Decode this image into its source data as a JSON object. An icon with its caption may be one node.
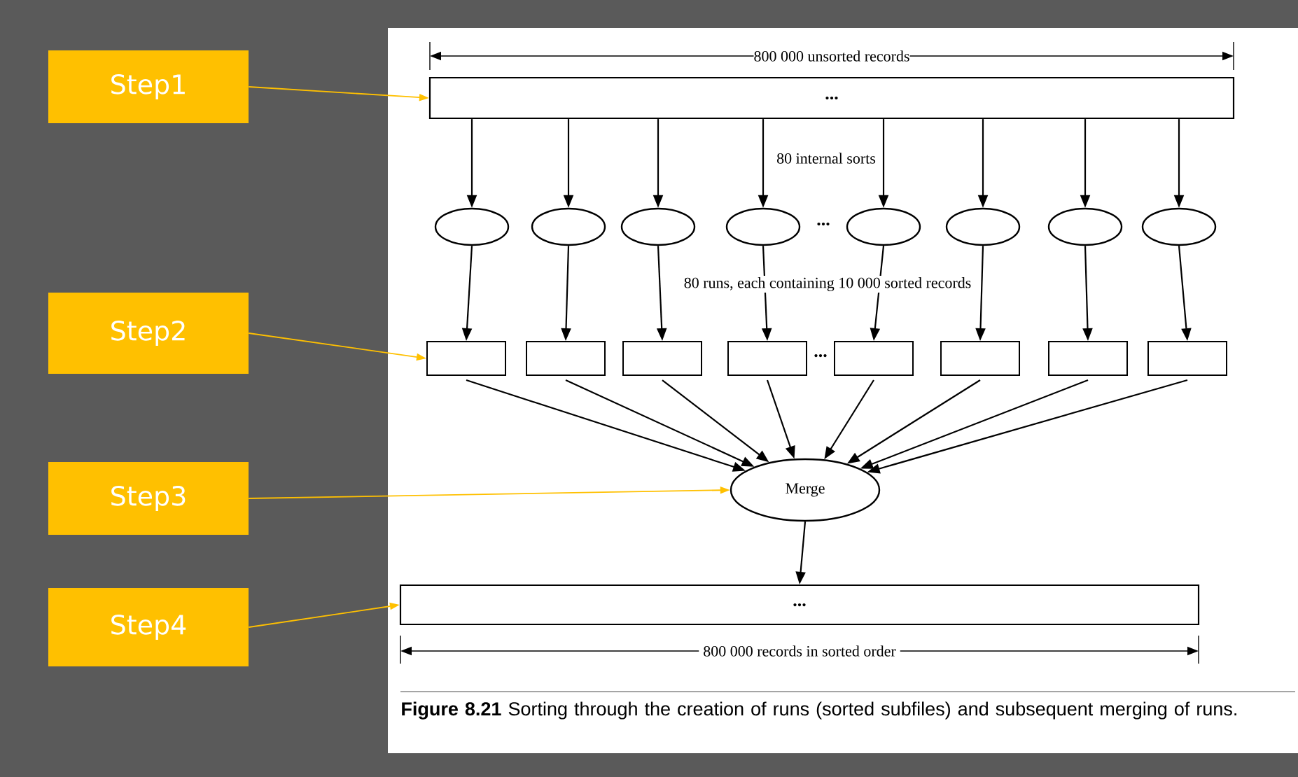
{
  "diagram": {
    "caption": "**Figure 8.21** Sorting through the creation of runs (sorted subfiles) and subsequent merging of runs.",
    "nodes": [
      {
        "text": [
          "Step1"
        ]
      },
      {
        "text": [
          "Step2"
        ]
      },
      {
        "text": [
          "Step3"
        ]
      },
      {
        "text": [
          "Step4"
        ]
      },
      {
        "text": [
          "..."
        ]
      },
      {
        "text": [],
        "shape": "ellipse"
      },
      {
        "text": [],
        "shape": "ellipse"
      },
      {
        "text": [],
        "shape": "ellipse"
      },
      {
        "text": [],
        "shape": "ellipse"
      },
      {
        "text": [],
        "shape": "ellipse"
      },
      {
        "text": [],
        "shape": "ellipse"
      },
      {
        "text": [],
        "shape": "ellipse"
      },
      {
        "text": [],
        "shape": "ellipse"
      },
      {
        "text": [],
        "shape": "box"
      },
      {
        "text": [],
        "shape": "box"
      },
      {
        "text": [],
        "shape": "box"
      },
      {
        "text": [],
        "shape": "box"
      },
      {
        "text": [],
        "shape": "box"
      },
      {
        "text": [],
        "shape": "box"
      },
      {
        "text": [],
        "shape": "box"
      },
      {
        "text": [],
        "shape": "box"
      },
      {
        "text": [
          "Merge"
        ]
      },
      {
        "text": [
          "..."
        ]
      }
    ],
    "edges": [
      {
        "from": 0,
        "to": 4,
        "arrow": "to",
        "color": "#ffc000"
      },
      {
        "from": 1,
        "to": 13,
        "arrow": "to",
        "color": "#ffc000"
      },
      {
        "from": 2,
        "to": 21,
        "arrow": "to",
        "color": "#ffc000"
      },
      {
        "from": 3,
        "to": 22,
        "arrow": "to",
        "color": "#ffc000"
      },
      {
        "from": 4,
        "to": 5,
        "arrow": "to"
      },
      {
        "from": 4,
        "to": 6,
        "arrow": "to"
      },
      {
        "from": 4,
        "to": 7,
        "arrow": "to"
      },
      {
        "from": 4,
        "to": 8,
        "arrow": "to"
      },
      {
        "from": 4,
        "to": 9,
        "arrow": "to"
      },
      {
        "from": 4,
        "to": 10,
        "arrow": "to"
      },
      {
        "from": 4,
        "to": 11,
        "arrow": "to"
      },
      {
        "from": 4,
        "to": 12,
        "arrow": "to"
      },
      {
        "from": 5,
        "to": 13,
        "arrow": "to"
      },
      {
        "from": 6,
        "to": 14,
        "arrow": "to"
      },
      {
        "from": 7,
        "to": 15,
        "arrow": "to"
      },
      {
        "from": 8,
        "to": 16,
        "arrow": "to"
      },
      {
        "from": 9,
        "to": 17,
        "arrow": "to"
      },
      {
        "from": 10,
        "to": 18,
        "arrow": "to"
      },
      {
        "from": 11,
        "to": 19,
        "arrow": "to"
      },
      {
        "from": 12,
        "to": 20,
        "arrow": "to"
      },
      {
        "from": 13,
        "to": 21,
        "arrow": "to"
      },
      {
        "from": 14,
        "to": 21,
        "arrow": "to"
      },
      {
        "from": 15,
        "to": 21,
        "arrow": "to"
      },
      {
        "from": 16,
        "to": 21,
        "arrow": "to"
      },
      {
        "from": 17,
        "to": 21,
        "arrow": "to"
      },
      {
        "from": 18,
        "to": 21,
        "arrow": "to"
      },
      {
        "from": 19,
        "to": 21,
        "arrow": "to"
      },
      {
        "from": 20,
        "to": 21,
        "arrow": "to"
      },
      {
        "from": 21,
        "to": 22,
        "arrow": "to"
      }
    ],
    "labels": [
      "800 000 unsorted records",
      "80 internal sorts",
      "...",
      "80 runs, each containing 10 000 sorted records",
      "...",
      "800 000 records in sorted order"
    ]
  }
}
